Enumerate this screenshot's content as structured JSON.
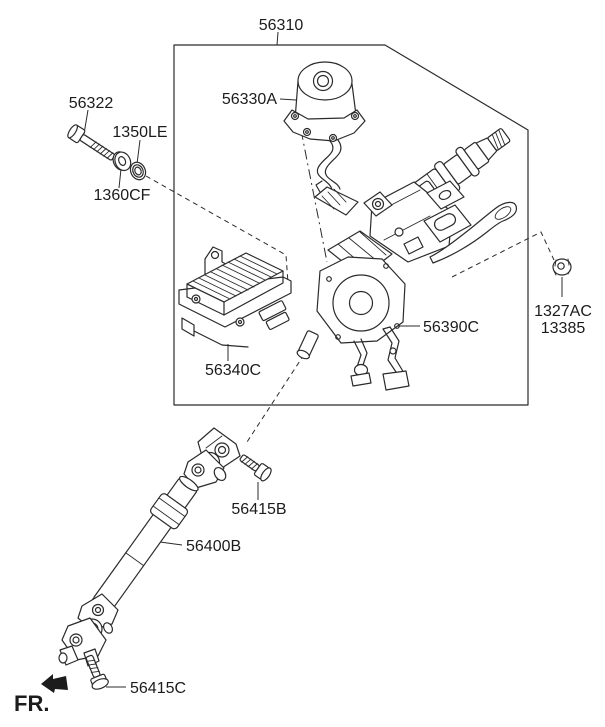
{
  "diagram": {
    "kind": "steering-column-parts-diagram",
    "colors": {
      "line": "#2b2b2b",
      "background": "#ffffff"
    },
    "parts": {
      "assembly": "56310",
      "bolt_upper": "56322",
      "washer_spring": "1350LE",
      "washer_plain": "1360CF",
      "motor": "56330A",
      "controller": "56340C",
      "gear_housing": "56390C",
      "nut": "1327AC",
      "nut_alt": "13385",
      "bolt_joint_upper": "56415B",
      "intermediate_shaft": "56400B",
      "bolt_joint_lower": "56415C"
    },
    "front_marker": "FR."
  }
}
